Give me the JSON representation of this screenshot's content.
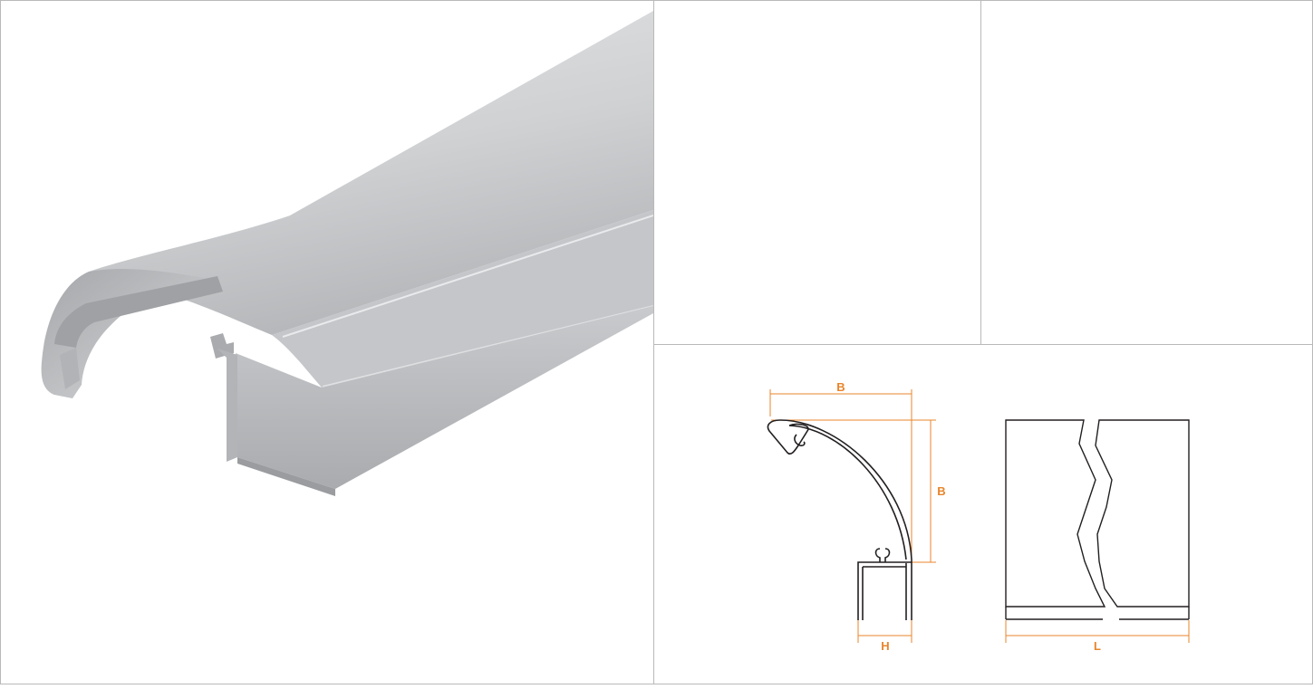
{
  "colors": {
    "dimension": "#e8852b",
    "outline": "#231f20",
    "grid": "#b9b9b9",
    "aluminium_light": "#dcdddf",
    "aluminium_mid": "#bfc1c4",
    "aluminium_dark": "#9a9c9f"
  },
  "photo": {
    "icon": "aluminium-profile-photo"
  },
  "drawing": {
    "section_width_label": "B",
    "section_height_label": "B",
    "channel_width_label": "H",
    "length_label": "L"
  }
}
